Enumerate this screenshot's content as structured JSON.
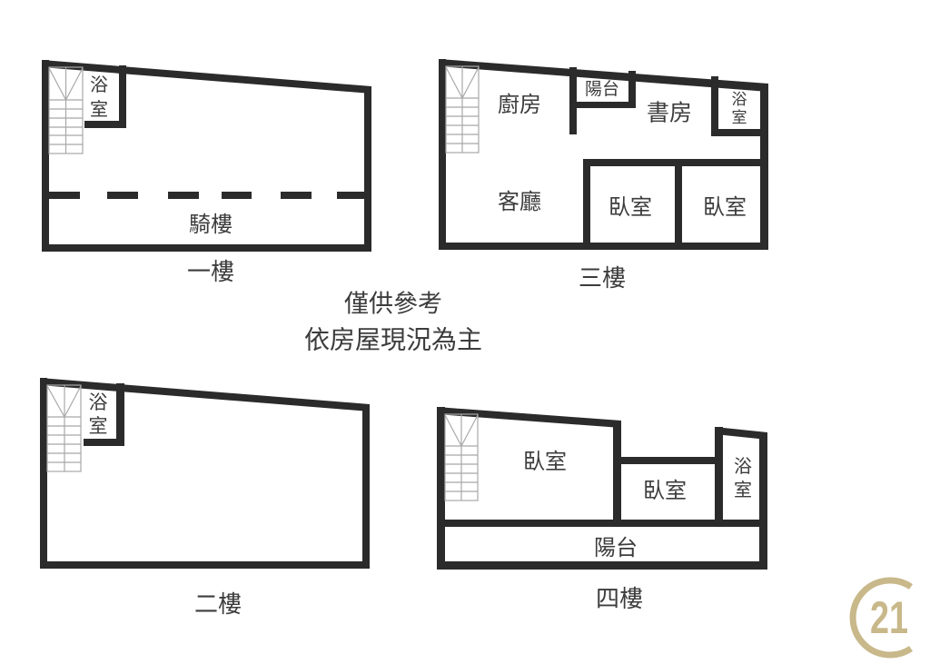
{
  "colors": {
    "background": "#ffffff",
    "wall": "#2b2b2b",
    "text": "#3c3c3c",
    "stair_lines": "#a8a8a8",
    "logo": "#c8b88a"
  },
  "notes": {
    "line1": "僅供參考",
    "line2": "依房屋現況為主"
  },
  "floors": [
    {
      "id": "1F",
      "title": "一樓",
      "rooms": [
        {
          "name": "bathroom",
          "label_top": "浴",
          "label_bottom": "室"
        },
        {
          "name": "arcade",
          "label": "騎樓"
        }
      ],
      "icons": [
        "staircase-icon"
      ]
    },
    {
      "id": "2F",
      "title": "二樓",
      "rooms": [
        {
          "name": "bathroom",
          "label_top": "浴",
          "label_bottom": "室"
        }
      ],
      "icons": [
        "staircase-icon"
      ]
    },
    {
      "id": "3F",
      "title": "三樓",
      "rooms": [
        {
          "name": "kitchen",
          "label": "廚房"
        },
        {
          "name": "balcony",
          "label": "陽台"
        },
        {
          "name": "study",
          "label": "書房"
        },
        {
          "name": "bathroom",
          "label_top": "浴",
          "label_bottom": "室"
        },
        {
          "name": "living-room",
          "label": "客廳"
        },
        {
          "name": "bedroom-1",
          "label": "臥室"
        },
        {
          "name": "bedroom-2",
          "label": "臥室"
        }
      ],
      "icons": [
        "staircase-icon"
      ]
    },
    {
      "id": "4F",
      "title": "四樓",
      "rooms": [
        {
          "name": "bedroom-1",
          "label": "臥室"
        },
        {
          "name": "bedroom-2",
          "label": "臥室"
        },
        {
          "name": "bathroom",
          "label_top": "浴",
          "label_bottom": "室"
        },
        {
          "name": "balcony",
          "label": "陽台"
        }
      ],
      "icons": [
        "staircase-icon"
      ]
    }
  ],
  "logo": {
    "text": "21",
    "icon": "century21-logo-icon"
  }
}
